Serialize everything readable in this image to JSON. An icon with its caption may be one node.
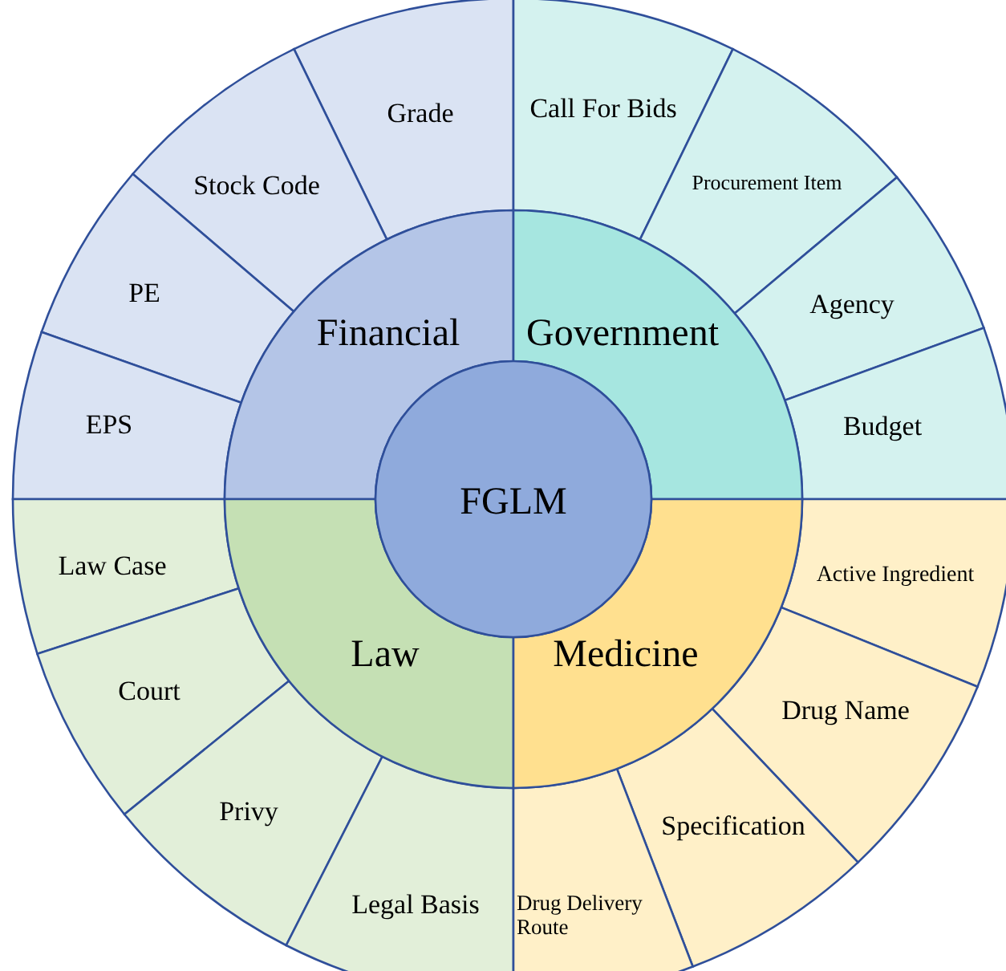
{
  "diagram": {
    "nodes": [
      {
        "text": [
          "FGLM"
        ]
      },
      {
        "text": [
          "Financial"
        ]
      },
      {
        "text": [
          "Government"
        ]
      },
      {
        "text": [
          "Law"
        ]
      },
      {
        "text": [
          "Medicine"
        ]
      },
      {
        "text": [
          "Grade"
        ]
      },
      {
        "text": [
          "Stock Code"
        ]
      },
      {
        "text": [
          "PE"
        ]
      },
      {
        "text": [
          "EPS"
        ]
      },
      {
        "text": [
          "Call For Bids"
        ]
      },
      {
        "text": [
          "Procurement Item"
        ]
      },
      {
        "text": [
          "Agency"
        ]
      },
      {
        "text": [
          "Budget"
        ]
      },
      {
        "text": [
          "Law Case"
        ]
      },
      {
        "text": [
          "Court"
        ]
      },
      {
        "text": [
          "Privy"
        ]
      },
      {
        "text": [
          "Legal Basis"
        ]
      },
      {
        "text": [
          "Active Ingredient"
        ]
      },
      {
        "text": [
          "Drug Name"
        ]
      },
      {
        "text": [
          "Specification"
        ]
      },
      {
        "text": [
          "Drug Delivery Route"
        ]
      }
    ]
  }
}
